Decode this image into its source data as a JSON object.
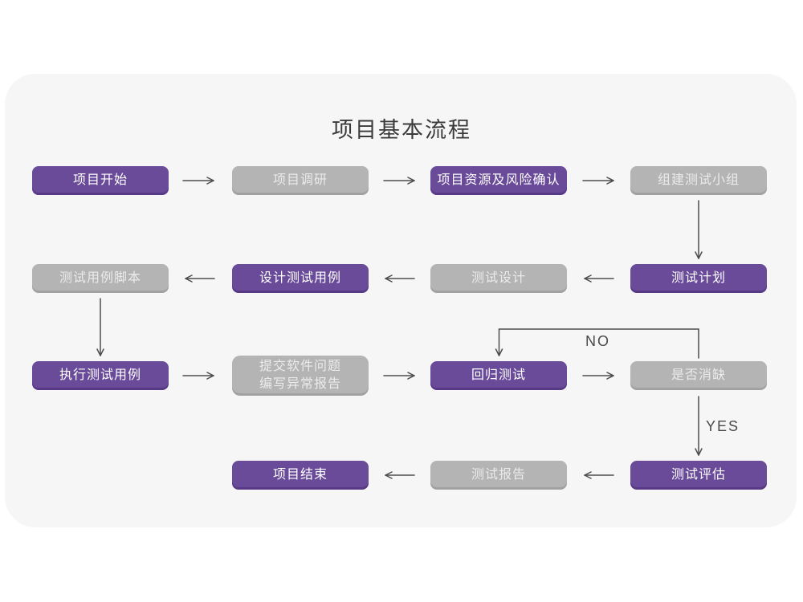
{
  "title": "项目基本流程",
  "colors": {
    "accent_purple": "#6a4b9a",
    "node_gray": "#b4b4b4",
    "panel_background": "#f6f6f7",
    "arrow": "#4d4d4d",
    "title_text": "#3a3a3a"
  },
  "nodes": [
    {
      "label": "项目开始",
      "type": "purple"
    },
    {
      "label": "项目调研",
      "type": "gray"
    },
    {
      "label": "项目资源及风险确认",
      "type": "purple"
    },
    {
      "label": "组建测试小组",
      "type": "gray"
    },
    {
      "label": "测试计划",
      "type": "purple"
    },
    {
      "label": "测试设计",
      "type": "gray"
    },
    {
      "label": "设计测试用例",
      "type": "purple"
    },
    {
      "label": "测试用例脚本",
      "type": "gray"
    },
    {
      "label": "执行测试用例",
      "type": "purple"
    },
    {
      "label": "提交软件问题\n编写异常报告",
      "type": "gray"
    },
    {
      "label": "回归测试",
      "type": "purple"
    },
    {
      "label": "是否消缺",
      "type": "gray"
    },
    {
      "label": "测试评估",
      "type": "purple"
    },
    {
      "label": "测试报告",
      "type": "gray"
    },
    {
      "label": "项目结束",
      "type": "purple"
    }
  ],
  "edge_labels": {
    "no": "NO",
    "yes": "YES"
  },
  "edges": [
    {
      "from": "项目开始",
      "to": "项目调研"
    },
    {
      "from": "项目调研",
      "to": "项目资源及风险确认"
    },
    {
      "from": "项目资源及风险确认",
      "to": "组建测试小组"
    },
    {
      "from": "组建测试小组",
      "to": "测试计划"
    },
    {
      "from": "测试计划",
      "to": "测试设计"
    },
    {
      "from": "测试设计",
      "to": "设计测试用例"
    },
    {
      "from": "设计测试用例",
      "to": "测试用例脚本"
    },
    {
      "from": "测试用例脚本",
      "to": "执行测试用例"
    },
    {
      "from": "执行测试用例",
      "to": "提交软件问题编写异常报告"
    },
    {
      "from": "提交软件问题编写异常报告",
      "to": "回归测试"
    },
    {
      "from": "回归测试",
      "to": "是否消缺"
    },
    {
      "from": "是否消缺",
      "to": "回归测试",
      "label": "NO"
    },
    {
      "from": "是否消缺",
      "to": "测试评估",
      "label": "YES"
    },
    {
      "from": "测试评估",
      "to": "测试报告"
    },
    {
      "from": "测试报告",
      "to": "项目结束"
    }
  ]
}
